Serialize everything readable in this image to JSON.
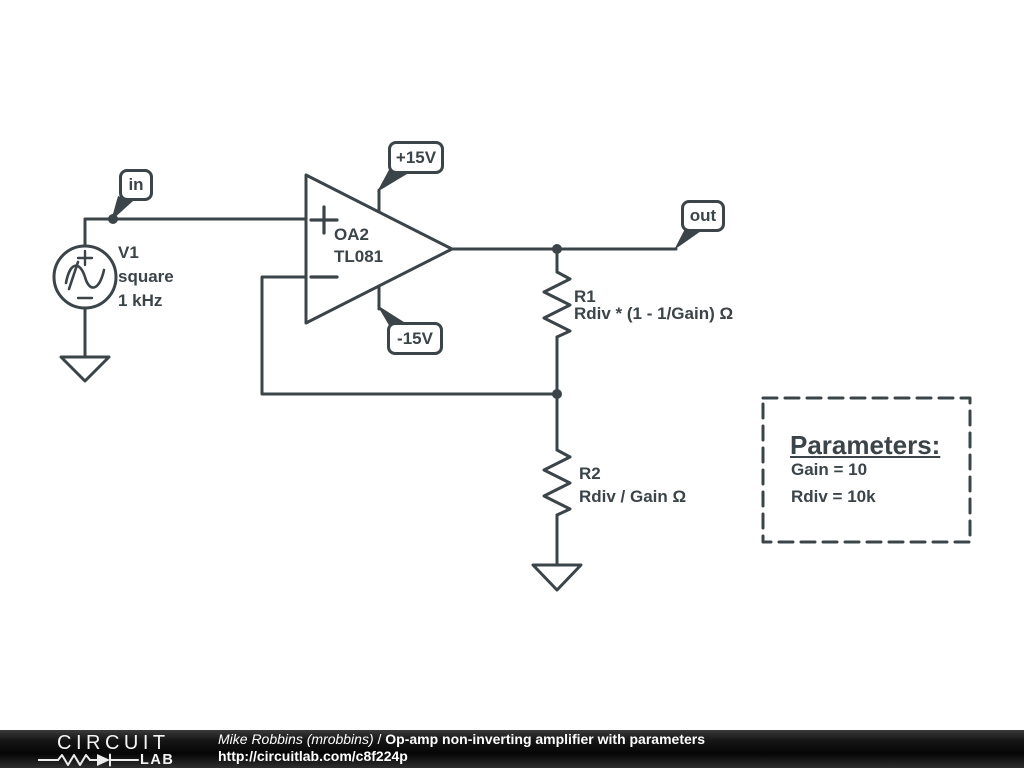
{
  "colors": {
    "ink": "#3b4449",
    "background": "#ffffff",
    "footer_background": "#111111",
    "footer_text": "#ffffff"
  },
  "circuit": {
    "v1": {
      "ref": "V1",
      "waveform": "square",
      "frequency": "1 kHz",
      "plus_mark": "+",
      "minus_mark": "−"
    },
    "opamp": {
      "ref": "OA2",
      "model": "TL081",
      "noninverting_mark": "+",
      "inverting_mark": "−"
    },
    "flags": {
      "input": "in",
      "output": "out",
      "vpos": "+15V",
      "vneg": "-15V"
    },
    "r1": {
      "ref": "R1",
      "value": "Rdiv * (1 - 1/Gain) Ω"
    },
    "r2": {
      "ref": "R2",
      "value": "Rdiv / Gain Ω"
    },
    "parameters": {
      "title": "Parameters:",
      "items": [
        "Gain = 10",
        "Rdiv = 10k"
      ]
    }
  },
  "footer": {
    "logo": {
      "circuit": "CIRCUIT",
      "lab": "LAB"
    },
    "author": "Mike Robbins (mrobbins)",
    "separator": "/",
    "title": "Op-amp non-inverting amplifier with parameters",
    "url": "http://circuitlab.com/c8f224p"
  }
}
